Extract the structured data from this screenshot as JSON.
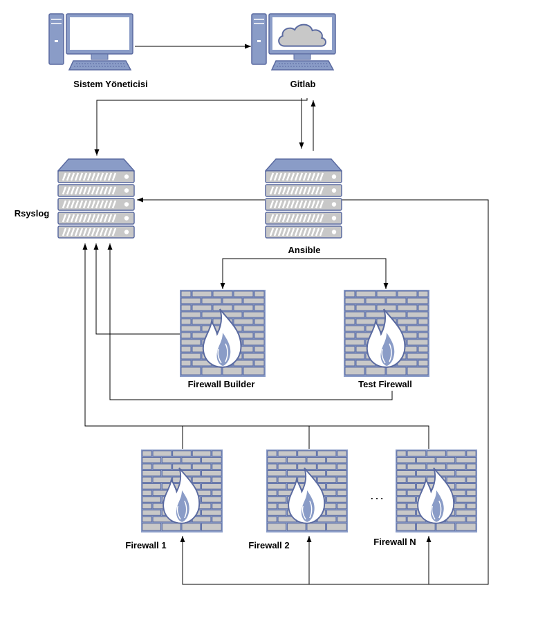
{
  "colors": {
    "icon_fill": "#8a9cc7",
    "icon_stroke": "#5a6aa0",
    "icon_light": "#c8c8c8",
    "screen_fill": "#ffffff",
    "line": "#000000"
  },
  "nodes": {
    "admin": {
      "label": "Sistem Yöneticisi",
      "icon": "desktop-computer-icon"
    },
    "gitlab": {
      "label": "Gitlab",
      "icon": "cloud-desktop-icon"
    },
    "rsyslog": {
      "label": "Rsyslog",
      "icon": "server-rack-icon"
    },
    "ansible": {
      "label": "Ansible",
      "icon": "server-rack-icon"
    },
    "firewall_builder": {
      "label": "Firewall Builder",
      "icon": "firewall-icon"
    },
    "test_firewall": {
      "label": "Test Firewall",
      "icon": "firewall-icon"
    },
    "firewall_1": {
      "label": "Firewall 1",
      "icon": "firewall-icon"
    },
    "firewall_2": {
      "label": "Firewall 2",
      "icon": "firewall-icon"
    },
    "firewall_n": {
      "label": "Firewall N",
      "icon": "firewall-icon"
    }
  },
  "ellipsis": ". . ."
}
